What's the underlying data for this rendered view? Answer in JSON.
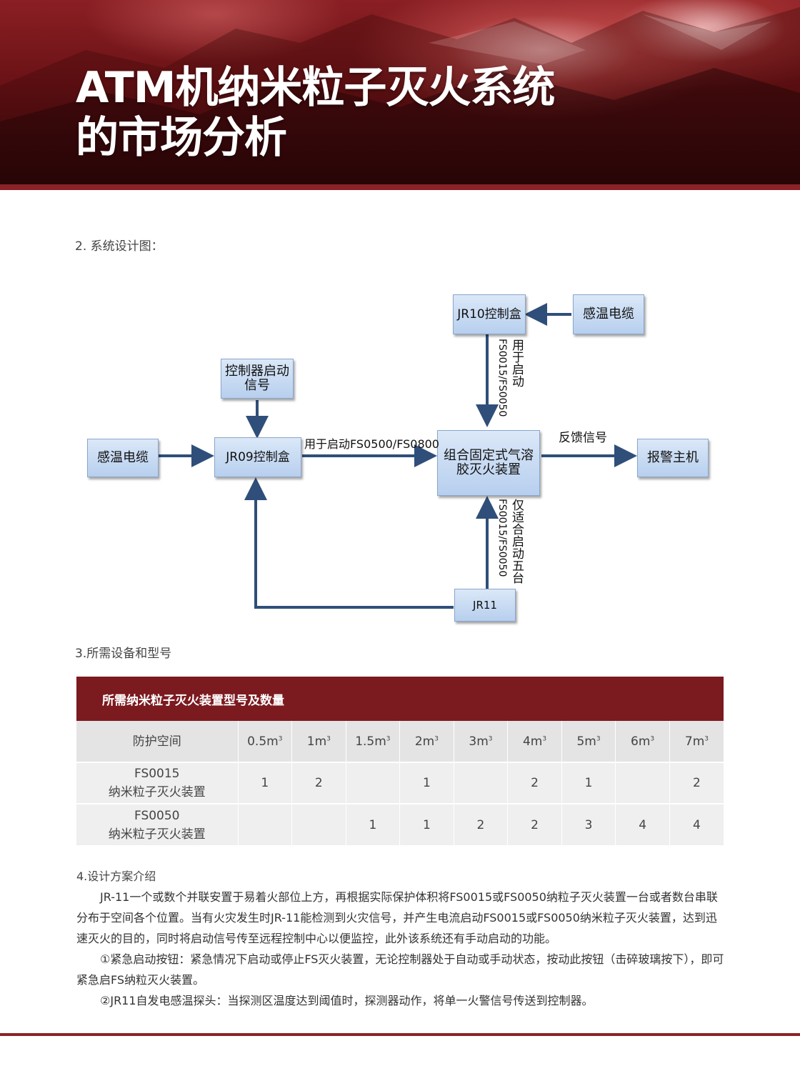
{
  "header": {
    "title": "ATM机纳米粒子灭火系统的市场分析"
  },
  "sections": {
    "design_diagram": "2. 系统设计图：",
    "equipment": "3.所需设备和型号",
    "intro": "4.设计方案介绍"
  },
  "diagram": {
    "jr10": "JR10控制盒",
    "cable_top": "感温电缆",
    "controller_signal": "控制器启动信号",
    "cable_left": "感温电缆",
    "jr09": "JR09控制盒",
    "combo": "组合固定式气溶胶灭火装置",
    "alarm": "报警主机",
    "jr11": "JR11",
    "label_start_big": "用于启动FS0500/FS0800",
    "label_feedback": "反馈信号",
    "label_top_v1": "用于启动",
    "label_top_v2": "FS0015/FS0050",
    "label_bottom_v1": "仅适合启动五台",
    "label_bottom_v2": "FS0015/FS0050"
  },
  "table": {
    "title": "所需纳米粒子灭火装置型号及数量",
    "header_label": "防护空间",
    "spaces": [
      "0.5m",
      "1m",
      "1.5m",
      "2m",
      "3m",
      "4m",
      "5m",
      "6m",
      "7m"
    ],
    "space_sup": "3",
    "rows": [
      {
        "line1": "FS0015",
        "line2": "纳米粒子灭火装置",
        "values": [
          "1",
          "2",
          "",
          "1",
          "",
          "2",
          "1",
          "",
          "2"
        ]
      },
      {
        "line1": "FS0050",
        "line2": "纳米粒子灭火装置",
        "values": [
          "",
          "",
          "1",
          "1",
          "2",
          "2",
          "3",
          "4",
          "4"
        ]
      }
    ]
  },
  "intro": {
    "p1": "JR-11一个或数个并联安置于易着火部位上方，再根据实际保护体积将FS0015或FS0050纳粒子灭火装置一台或者数台串联分布于空间各个位置。当有火灾发生时JR-11能检测到火灾信号，并产生电流启动FS0015或FS0050纳米粒子灭火装置，达到迅速灭火的目的，同时将启动信号传至远程控制中心以便监控，此外该系统还有手动启动的功能。",
    "p2": "①紧急启动按钮：紧急情况下启动或停止FS灭火装置，无论控制器处于自动或手动状态，按动此按钮（击碎玻璃按下），即可紧急启FS纳粒灭火装置。",
    "p3": "②JR11自发电感温探头：当探测区温度达到阈值时，探测器动作，将单一火警信号传送到控制器。"
  }
}
